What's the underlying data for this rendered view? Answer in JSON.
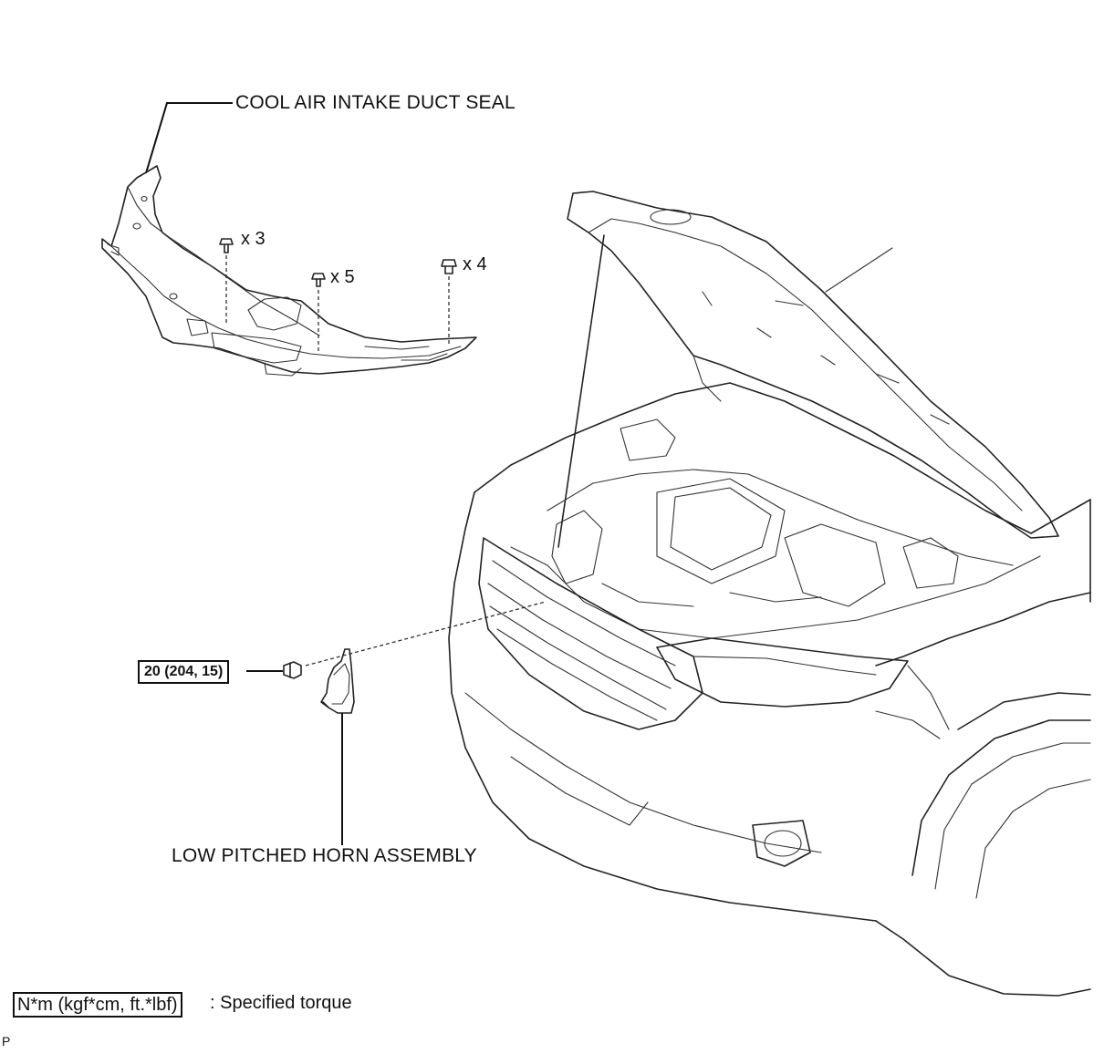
{
  "labels": {
    "duct_seal": "COOL AIR INTAKE DUCT SEAL",
    "horn": "LOW PITCHED HORN ASSEMBLY"
  },
  "fastener_counts": {
    "clip_a": "x 3",
    "clip_b": "x 5",
    "clip_c": "x 4"
  },
  "torque": {
    "horn_bolt": "20 (204, 15)"
  },
  "legend": {
    "unit_box": "N*m (kgf*cm, ft.*lbf)",
    "description": ": Specified torque"
  },
  "footer_code": "P",
  "icons": [
    "clip-icon",
    "bolt-icon",
    "horn-icon",
    "vehicle-front-illustration",
    "duct-seal-illustration"
  ]
}
